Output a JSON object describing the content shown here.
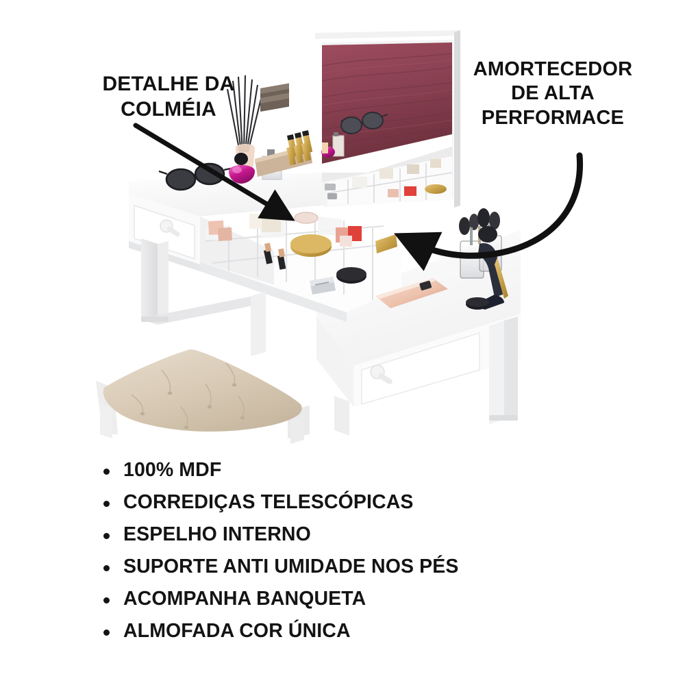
{
  "page": {
    "background_color": "#ffffff",
    "text_color": "#141414"
  },
  "callouts": [
    {
      "id": "detalhe-colmeia",
      "text": "DETALHE DA\nCOLMÉIA",
      "arrow": "straight-diagonal-down-right",
      "points_to": "honeycomb-organizer"
    },
    {
      "id": "amortecedor",
      "text": "AMORTECEDOR\nDE ALTA\nPERFORMACE",
      "arrow": "curved-sweep-left",
      "points_to": "drawer-soft-close"
    }
  ],
  "features": {
    "items": [
      "100% MDF",
      "CORREDIÇAS TELESCÓPICAS",
      "ESPELHO INTERNO",
      "SUPORTE ANTI UMIDADE NOS PÉS",
      "ACOMPANHA BANQUETA",
      "ALMOFADA COR ÚNICA"
    ],
    "bullet_color": "#141414"
  },
  "product": {
    "name": "penteadeira-vanity-desk",
    "colors": {
      "furniture_white": "#ffffff",
      "furniture_shade": "#e9e9ea",
      "furniture_shadow": "#d3d4d6",
      "mirror_reflection_wall": "#8e4355",
      "mirror_reflection_wall_dark": "#70323f",
      "cushion_beige": "#ded2c0",
      "cushion_beige_dark": "#c9bba6",
      "accent_gold": "#c9a24a",
      "accent_rose": "#e8bcb0",
      "accent_red": "#e0413a",
      "accent_magenta": "#c7188f",
      "dark_object": "#24242a"
    },
    "parts": [
      {
        "name": "mirror-panel",
        "label": "Espelho interno"
      },
      {
        "name": "honeycomb-organizer",
        "label": "Colmeia organizadora"
      },
      {
        "name": "left-drawer",
        "label": "Gaveta esquerda"
      },
      {
        "name": "right-drawer",
        "label": "Gaveta direita"
      },
      {
        "name": "drawer-knob",
        "label": "Puxador"
      },
      {
        "name": "bench",
        "label": "Banqueta"
      },
      {
        "name": "cushion",
        "label": "Almofada"
      },
      {
        "name": "foot-support",
        "label": "Suporte anti umidade"
      }
    ],
    "accessories": [
      {
        "name": "sunglasses",
        "label": "Óculos de sol"
      },
      {
        "name": "reed-diffuser",
        "label": "Difusor de varetas"
      },
      {
        "name": "perfume-bottle",
        "label": "Frasco de perfume"
      },
      {
        "name": "lipstick-tray",
        "label": "Bandeja de batons"
      },
      {
        "name": "makeup-brushes",
        "label": "Pincéis de maquiagem"
      },
      {
        "name": "high-heel-figure",
        "label": "Sapato decorativo"
      },
      {
        "name": "rose-gold-phone",
        "label": "Celular rosé"
      },
      {
        "name": "compact-powder",
        "label": "Pó compacto"
      },
      {
        "name": "gift-boxes",
        "label": "Caixas"
      }
    ]
  }
}
